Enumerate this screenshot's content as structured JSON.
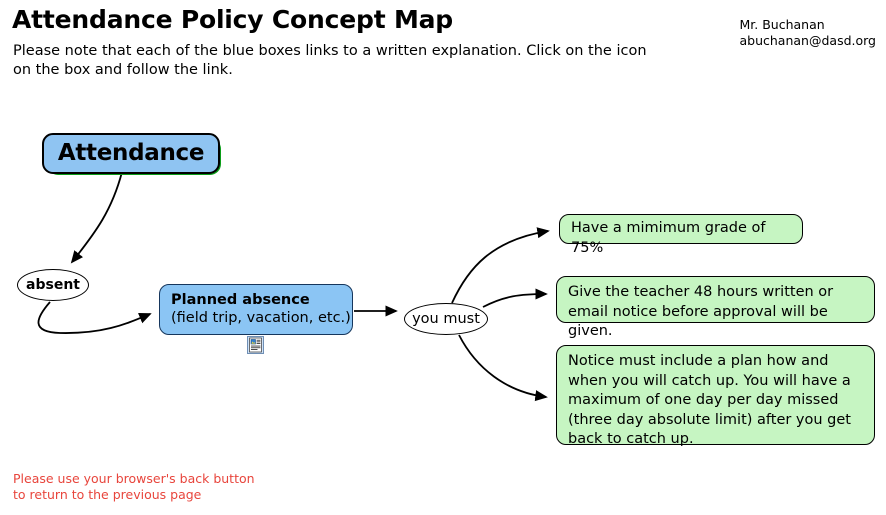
{
  "header": {
    "title": "Attendance Policy Concept Map",
    "intro": "Please note that each of the blue boxes links to a written explanation. Click on the icon on the box and follow the link.",
    "author_name": "Mr. Buchanan",
    "author_email": "abuchanan@dasd.org"
  },
  "map": {
    "root": {
      "label": "Attendance",
      "fill": "#8fc4f2",
      "shadow": "#0b9d18"
    },
    "absent": {
      "label": "absent"
    },
    "planned": {
      "line1": "Planned absence",
      "line2": "(field trip, vacation, etc.)",
      "fill": "#8bc5f4",
      "icon": "document-link-icon"
    },
    "you_must": {
      "label": "you must"
    },
    "requirements": [
      {
        "text": "Have a mimimum grade of 75%",
        "fill": "#c6f5c2"
      },
      {
        "text": "Give the teacher 48 hours written or email notice before approval will be given.",
        "fill": "#c6f5c2"
      },
      {
        "text": "Notice must include a plan how and when you will catch up. You will have a maximum of one day per day missed (three day absolute limit) after you get back to catch up.",
        "fill": "#c6f5c2"
      }
    ]
  },
  "footer": {
    "note_line1": "Please use your browser's back button",
    "note_line2": "to return to the previous page",
    "color": "#e8453c"
  }
}
